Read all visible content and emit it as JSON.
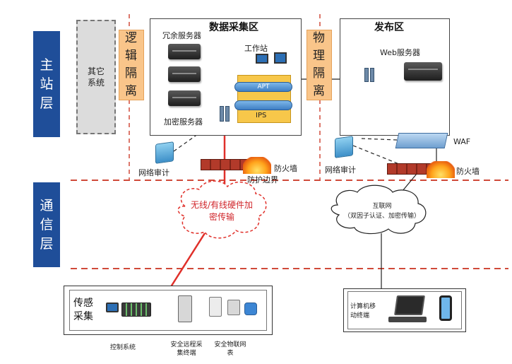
{
  "layers": {
    "main": "主站层",
    "comm": "通信层"
  },
  "isolation": {
    "logical": "逻辑隔离",
    "physical": "物理隔离"
  },
  "zones": {
    "other_systems": "其它系统",
    "data_collection": {
      "title": "数据采集区",
      "redundant_server": "冗余服务器",
      "workstation": "工作站",
      "encryption_server": "加密服务器",
      "apt": "APT",
      "ips": "IPS"
    },
    "publish": {
      "title": "发布区",
      "web_server": "Web服务器",
      "waf": "WAF"
    }
  },
  "security": {
    "audit_left": "网络审计",
    "audit_right": "网络审计",
    "firewall_left": "防火墙",
    "firewall_right": "防火墙",
    "boundary": "防护边界"
  },
  "comm": {
    "wired_wireless": "无线/有线硬件加密传输",
    "internet": "互联网",
    "internet_note": "（双因子认证、加密传输）"
  },
  "field": {
    "sensing": "传感采集",
    "control_system": "控制系统",
    "secure_remote_terminal": "安全远程采集终端",
    "secure_iot_meter": "安全物联网表"
  },
  "terminals": {
    "label": "计算机移动终端"
  },
  "colors": {
    "layer_blue": "#1f4e99",
    "isolation_orange": "#f9c58a",
    "dashed_red": "#d04a3a",
    "link_red": "#e0302a"
  }
}
